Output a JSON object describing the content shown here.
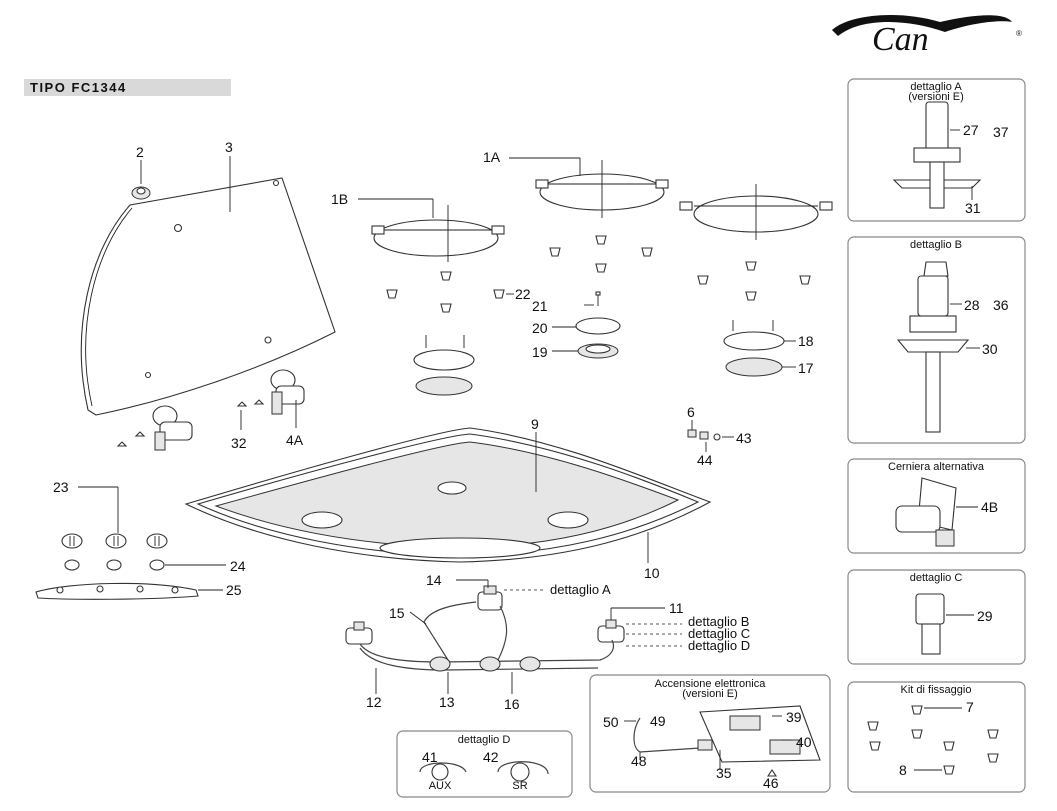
{
  "header": {
    "model_title": "TIPO FC1344",
    "brand": "Can",
    "trademark": "®"
  },
  "callouts": {
    "c1A": "1A",
    "c1B": "1B",
    "c2": "2",
    "c3": "3",
    "c4A": "4A",
    "c4B": "4B",
    "c6": "6",
    "c7": "7",
    "c8": "8",
    "c9": "9",
    "c10": "10",
    "c11": "11",
    "c12": "12",
    "c13": "13",
    "c14": "14",
    "c15": "15",
    "c16": "16",
    "c17": "17",
    "c18": "18",
    "c19": "19",
    "c20": "20",
    "c21": "21",
    "c22": "22",
    "c23": "23",
    "c24": "24",
    "c25": "25",
    "c27": "27",
    "c28": "28",
    "c29": "29",
    "c30": "30",
    "c31": "31",
    "c32": "32",
    "c35": "35",
    "c36": "36",
    "c37": "37",
    "c39": "39",
    "c40": "40",
    "c41": "41",
    "c42": "42",
    "c43": "43",
    "c44": "44",
    "c46": "46",
    "c48": "48",
    "c49": "49",
    "c50": "50"
  },
  "detail_refs": {
    "a": "dettaglio A",
    "b": "dettaglio B",
    "c": "dettaglio C",
    "d": "dettaglio D"
  },
  "panels": {
    "detail_a_title": "dettaglio A",
    "detail_a_subtitle": "(versioni E)",
    "detail_b_title": "dettaglio B",
    "alt_hinge_title": "Cerniera alternativa",
    "detail_c_title": "dettaglio C",
    "fixing_kit_title": "Kit di fissaggio",
    "ignition_title": "Accensione elettronica",
    "ignition_subtitle": "(versioni E)",
    "detail_d_title": "dettaglio D",
    "aux_label": "AUX",
    "sr_label": "SR"
  },
  "colors": {
    "title_band": "#d9d9d9",
    "panel_border": "#888888",
    "line": "#333333"
  }
}
